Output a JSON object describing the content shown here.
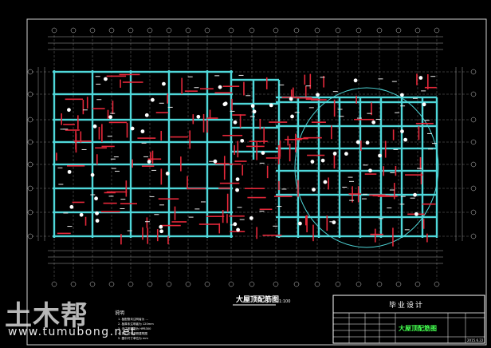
{
  "drawing": {
    "plan_title": "大屋顶配筋图",
    "plan_scale": "1:100",
    "notes_heading": "说明",
    "notes": [
      "1. 板配筋未注明者为 ...",
      "2. 板厚未注明者为 120mm",
      "3. 未注明钢筋为 HPB300",
      "4. 施工时请参照建筑图",
      "5. 图中尺寸单位为 mm"
    ],
    "title_block": {
      "project": "毕业设计",
      "sheet_title": "大屋顶配筋图",
      "date": "2015.6.22"
    }
  },
  "watermark": {
    "logo_text": "土木帮",
    "url": "www.tumubong.net"
  },
  "colors": {
    "background": "#000000",
    "beams": "#4fd7d9",
    "rebar": "#e5283a",
    "lines": "#cfcfcf",
    "title_green": "#43ff4f"
  }
}
